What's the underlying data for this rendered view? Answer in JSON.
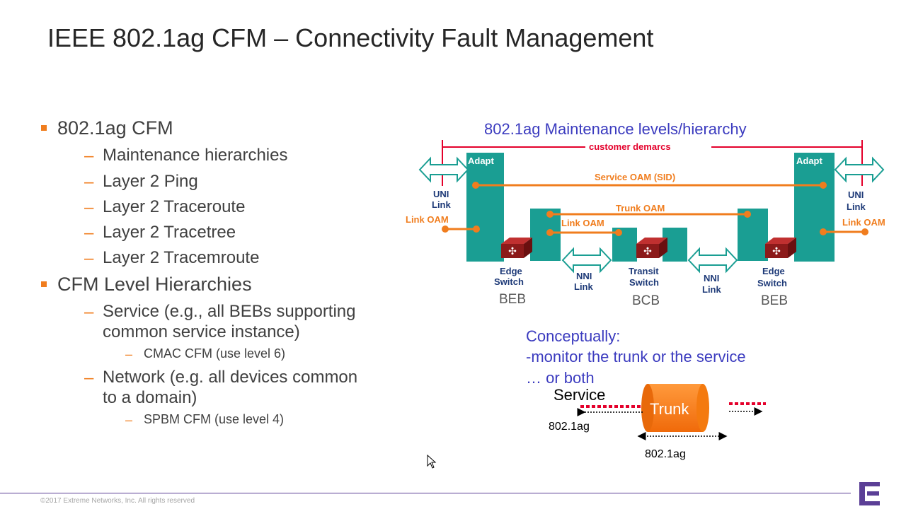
{
  "slide": {
    "title": "IEEE 802.1ag CFM – Connectivity Fault Management",
    "bullets": [
      {
        "text": "802.1ag CFM"
      },
      {
        "text": "Maintenance  hierarchies"
      },
      {
        "text": "Layer 2 Ping"
      },
      {
        "text": "Layer 2 Traceroute"
      },
      {
        "text": "Layer 2 Tracetree"
      },
      {
        "text": "Layer 2 Tracemroute"
      },
      {
        "text": "CFM Level Hierarchies"
      },
      {
        "text": "Service (e.g., all BEBs supporting"
      },
      {
        "text": "common service instance)"
      },
      {
        "text": "CMAC CFM (use level 6)"
      },
      {
        "text": "Network (e.g. all devices common"
      },
      {
        "text": "to a domain)"
      },
      {
        "text": "SPBM CFM (use level 4)"
      }
    ],
    "footer": "©2017  Extreme  Networks, Inc.  All rights reserved"
  },
  "diagram": {
    "heading": "802.1ag Maintenance levels/hierarchy",
    "customer_demarcs": "customer demarcs",
    "adapt_left": "Adapt",
    "adapt_right": "Adapt",
    "service_oam": "Service OAM (SID)",
    "trunk_oam": "Trunk OAM",
    "link_oam_inner": "Link OAM",
    "link_oam_left": "Link OAM",
    "link_oam_right": "Link OAM",
    "uni_left": [
      "UNI",
      "Link"
    ],
    "uni_right": [
      "UNI",
      "Link"
    ],
    "nni_left": [
      "NNI",
      "Link"
    ],
    "nni_right": [
      "NNI",
      "Link"
    ],
    "edge_switch_left": [
      "Edge",
      "Switch"
    ],
    "transit_switch": [
      "Transit",
      "Switch"
    ],
    "edge_switch_right": [
      "Edge",
      "Switch"
    ],
    "beb_left": "BEB",
    "bcb": "BCB",
    "beb_right": "BEB",
    "concept": [
      "Conceptually:",
      "-monitor the trunk or the service",
      "… or both"
    ],
    "service_label": "Service",
    "trunk_label": "Trunk",
    "ag_left": "802.1ag",
    "ag_bottom": "802.1ag"
  },
  "colors": {
    "teal": "#1a9e93",
    "orange": "#f07d1e",
    "blue_text": "#3b3bbf",
    "accent_purple": "#5b3f96",
    "trunk_orange": "#f47a0f"
  }
}
